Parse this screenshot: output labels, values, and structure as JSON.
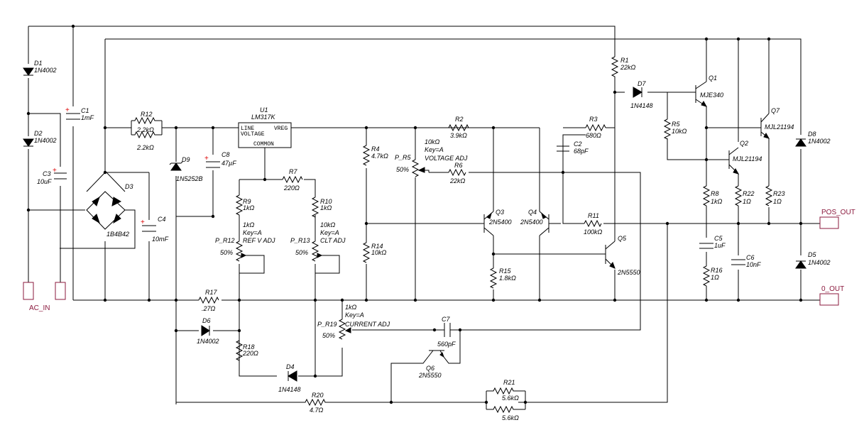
{
  "schematic": {
    "ports": {
      "ac_in": "AC_IN",
      "pos_out": "POS_OUT",
      "zero_out": "0_OUT"
    },
    "components": {
      "D1": {
        "ref": "D1",
        "value": "1N4002"
      },
      "D2": {
        "ref": "D2",
        "value": "1N4002"
      },
      "C1": {
        "ref": "C1",
        "value": "1mF"
      },
      "C3": {
        "ref": "C3",
        "value": "10uF"
      },
      "D3": {
        "ref": "D3",
        "value": "1B4B42"
      },
      "C4": {
        "ref": "C4",
        "value": "10mF"
      },
      "R12": {
        "ref": "R12",
        "value": "2.2kΩ",
        "value2": "2.2kΩ"
      },
      "D9": {
        "ref": "D9",
        "value": "1N5252B"
      },
      "C8": {
        "ref": "C8",
        "value": "47µF"
      },
      "U1": {
        "ref": "U1",
        "value": "LM317K",
        "pin_line": "LINE",
        "pin_voltage": "VOLTAGE",
        "pin_vreg": "VREG",
        "pin_common": "COMMON"
      },
      "R7": {
        "ref": "R7",
        "value": "220Ω"
      },
      "R9": {
        "ref": "R9",
        "value": "1kΩ"
      },
      "P_R12": {
        "ref": "P_R12",
        "value": "1kΩ",
        "key": "Key=A",
        "label": "REF V ADJ",
        "pct": "50%"
      },
      "R10": {
        "ref": "R10",
        "value": "1kΩ"
      },
      "P_R13": {
        "ref": "P_R13",
        "value": "10kΩ",
        "key": "Key=A",
        "label": "CLT ADJ",
        "pct": "50%"
      },
      "R17": {
        "ref": "R17",
        "value": ".27Ω"
      },
      "D6": {
        "ref": "D6",
        "value": "1N4002"
      },
      "R18": {
        "ref": "R18",
        "value": "220Ω"
      },
      "D4": {
        "ref": "D4",
        "value": "1N4148"
      },
      "R20": {
        "ref": "R20",
        "value": "4.7Ω"
      },
      "P_R19": {
        "ref": "P_R19",
        "value": "1kΩ",
        "key": "Key=A",
        "label": "CURRENT ADJ",
        "pct": "50%"
      },
      "R4": {
        "ref": "R4",
        "value": "4.7kΩ"
      },
      "R14": {
        "ref": "R14",
        "value": "10kΩ"
      },
      "P_R5": {
        "ref": "P_R5",
        "value": "10kΩ",
        "key": "Key=A",
        "label": "VOLTAGE ADJ",
        "pct": "50%"
      },
      "R2": {
        "ref": "R2",
        "value": "3.9kΩ"
      },
      "R6": {
        "ref": "R6",
        "value": "22kΩ"
      },
      "R3": {
        "ref": "R3",
        "value": "680Ω"
      },
      "C2": {
        "ref": "C2",
        "value": "68pF"
      },
      "Q3": {
        "ref": "Q3",
        "value": "2N5400"
      },
      "Q4": {
        "ref": "Q4",
        "value": "2N5400"
      },
      "R11": {
        "ref": "R11",
        "value": "100kΩ"
      },
      "R15": {
        "ref": "R15",
        "value": "1.8kΩ"
      },
      "Q5": {
        "ref": "Q5",
        "value": "2N5550"
      },
      "C7": {
        "ref": "C7",
        "value": "560pF"
      },
      "Q6": {
        "ref": "Q6",
        "value": "2N5550"
      },
      "R21": {
        "ref": "R21",
        "value": "5.6kΩ",
        "value2": "5.6kΩ"
      },
      "R1": {
        "ref": "R1",
        "value": "22kΩ"
      },
      "D7": {
        "ref": "D7",
        "value": "1N4148"
      },
      "Q1": {
        "ref": "Q1",
        "value": "MJE340"
      },
      "R5": {
        "ref": "R5",
        "value": "10kΩ"
      },
      "Q2": {
        "ref": "Q2",
        "value": "MJL21194"
      },
      "Q7": {
        "ref": "Q7",
        "value": "MJL21194"
      },
      "R8": {
        "ref": "R8",
        "value": "1kΩ"
      },
      "R22": {
        "ref": "R22",
        "value": "1Ω"
      },
      "R23": {
        "ref": "R23",
        "value": "1Ω"
      },
      "C5": {
        "ref": "C5",
        "value": "1uF"
      },
      "C6": {
        "ref": "C6",
        "value": "10nF"
      },
      "R16": {
        "ref": "R16",
        "value": "1Ω"
      },
      "D8": {
        "ref": "D8",
        "value": "1N4002"
      },
      "D5": {
        "ref": "D5",
        "value": "1N4002"
      }
    }
  }
}
